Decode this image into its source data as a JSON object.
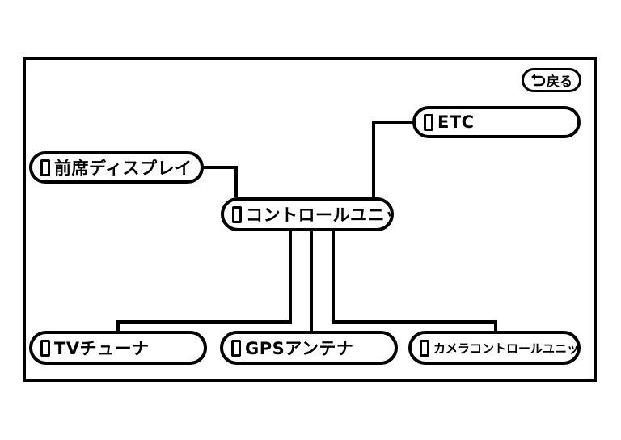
{
  "header": {
    "back_label": "戻る"
  },
  "nodes": {
    "etc": "ETC",
    "front_display": "前席ディスプレイ",
    "control_unit": "コントロールユニット",
    "tv_tuner": "TVチューナ",
    "gps_antenna": "GPSアンテナ",
    "camera_control_unit": "カメラコントロールユニット"
  },
  "icons": {
    "back": "return-arrow-icon",
    "indicator": "status-indicator-icon"
  },
  "colors": {
    "line": "#000000",
    "background": "#ffffff"
  }
}
